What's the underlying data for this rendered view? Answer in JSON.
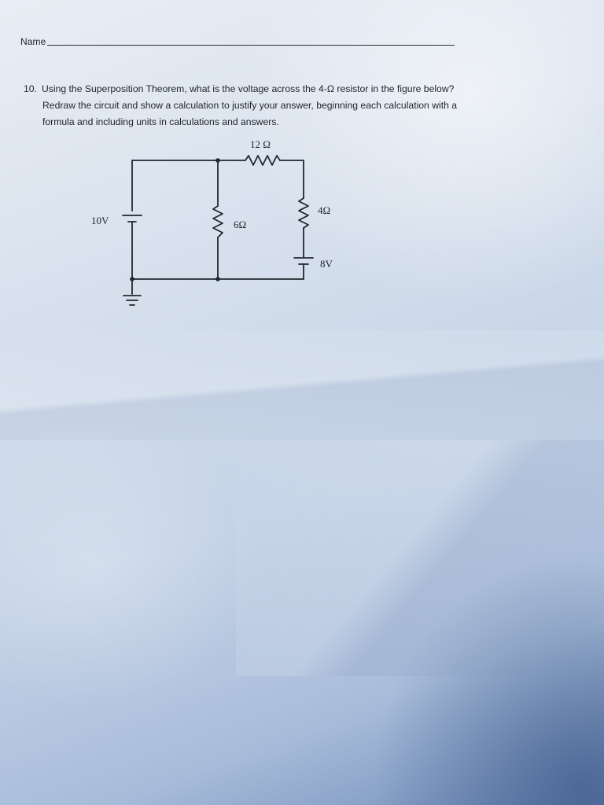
{
  "header": {
    "name_label": "Name"
  },
  "question": {
    "number": "10.",
    "lines": [
      "Using the Superposition Theorem, what is the voltage across the 4-Ω resistor in the figure below?",
      "Redraw the circuit and show a calculation to justify your answer, beginning each calculation with a",
      "formula and including units in calculations and answers."
    ]
  },
  "circuit": {
    "resistor_12_label": "12 Ω",
    "resistor_6_label": "6Ω",
    "resistor_4_label": "4Ω",
    "source_10_label": "10V",
    "source_8_label": "8V"
  }
}
